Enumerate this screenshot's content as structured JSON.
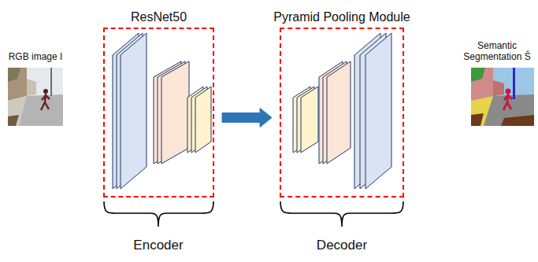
{
  "diagram": {
    "nodes": [
      {
        "text": [
          "RGB image I"
        ]
      },
      {
        "text": [
          "ResNet50"
        ]
      },
      {
        "text": [
          "Pyramid Pooling Module"
        ]
      },
      {
        "text": [
          "Semantic Segmentation Ŝ"
        ]
      }
    ],
    "edges": [
      {
        "from": 1,
        "to": 2,
        "arrow": "to"
      }
    ],
    "labels": [
      "Encoder",
      "Decoder"
    ]
  }
}
